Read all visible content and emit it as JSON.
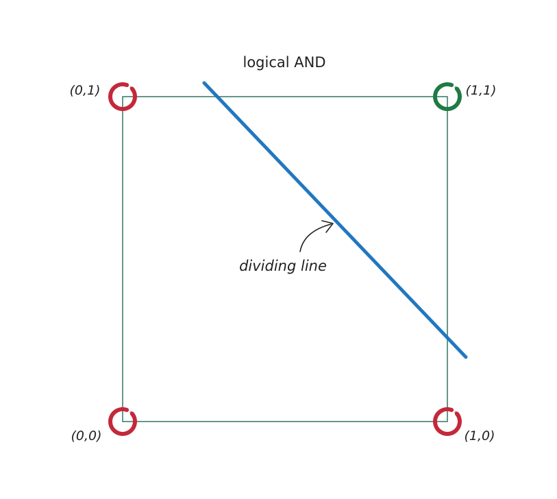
{
  "diagram": {
    "title": "logical AND",
    "annotation": "dividing line",
    "points": [
      {
        "label": "(0,1)",
        "class": "false"
      },
      {
        "label": "(1,1)",
        "class": "true"
      },
      {
        "label": "(0,0)",
        "class": "false"
      },
      {
        "label": "(1,0)",
        "class": "false"
      }
    ],
    "colors": {
      "false_point": "#c4283a",
      "true_point": "#1f7a45",
      "square_stroke": "#3e7f6a",
      "dividing_line": "#1a73bd",
      "text": "#1f1f1f"
    }
  }
}
